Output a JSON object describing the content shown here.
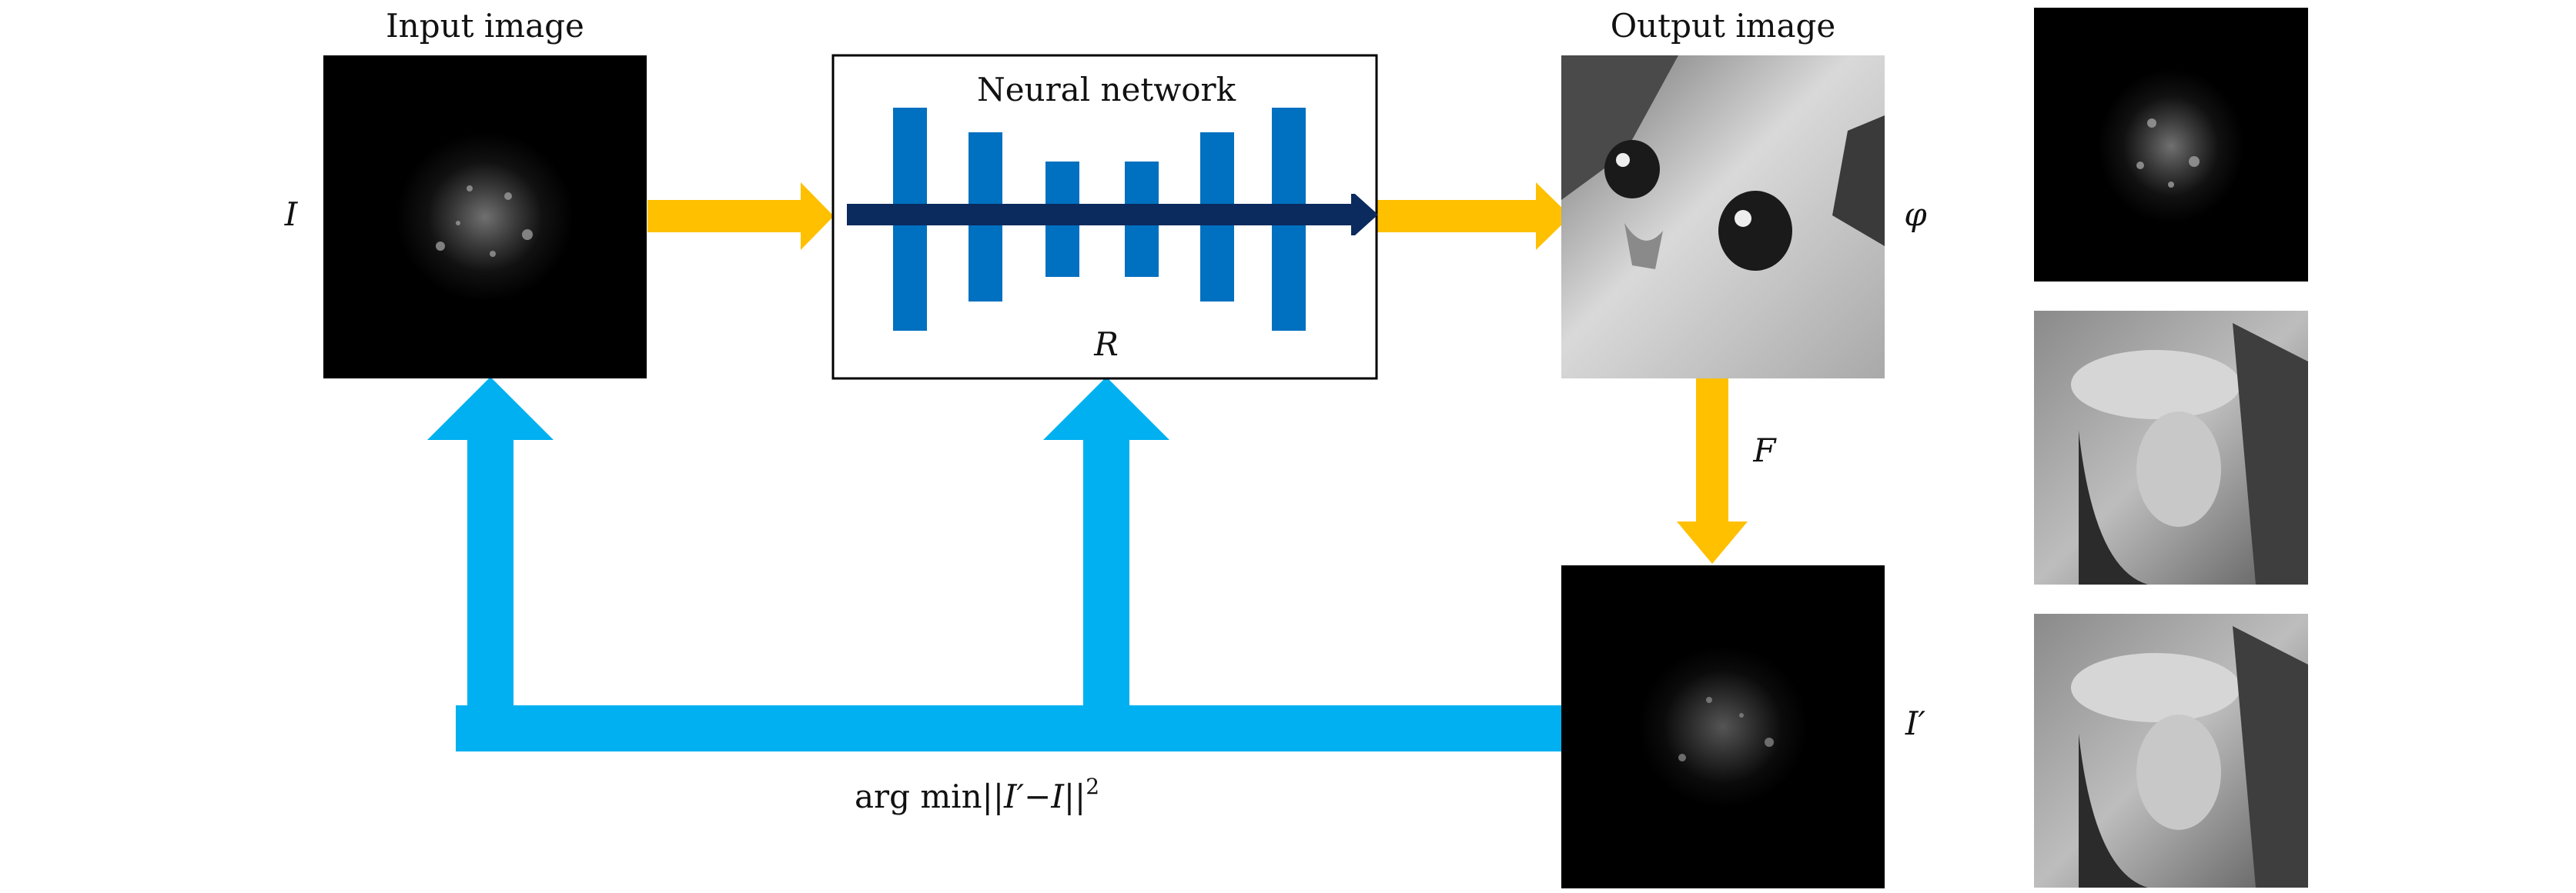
{
  "labels": {
    "input_title": "Input image",
    "output_title": "Output image",
    "network_title": "Neural network",
    "network_symbol": "R",
    "input_symbol": "I",
    "output_symbol": "φ",
    "forward_symbol": "F",
    "recon_symbol": "I′"
  },
  "loss": {
    "prefix": "arg min||",
    "term_a": "I′",
    "minus": "−",
    "term_b": "I",
    "suffix": "||",
    "power": "2"
  },
  "colors": {
    "forward_arrow": "#FFC000",
    "feedback_arrow": "#00B0F0",
    "layer_bar": "#0070C0",
    "flow_arrow": "#0B2A5E",
    "image_background": "#000000",
    "frame": "#000000"
  },
  "icons": {
    "input": "speckle-pattern-image",
    "output": "cat-photo",
    "recon": "speckle-pattern-image",
    "thumb_1": "speckle-pattern-image",
    "thumb_2": "portrait-photo",
    "thumb_3": "portrait-photo"
  }
}
